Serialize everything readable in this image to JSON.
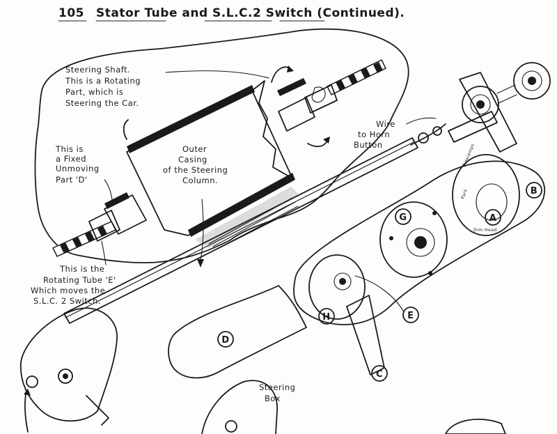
{
  "title": {
    "number": "105",
    "text": "Stator Tube and S.L.C.2 Switch (Continued)."
  },
  "labels": {
    "steering_shaft": [
      "Steering Shaft.",
      "This is a Rotating",
      "Part, which is",
      "Steering the Car."
    ],
    "fixed_part": [
      "This is",
      "a Fixed",
      "Unmoving",
      "Part 'D'"
    ],
    "outer_casing": [
      "Outer",
      "Casing",
      "of the Steering",
      "Column."
    ],
    "wire": [
      "Wire",
      "to Horn",
      "Button"
    ],
    "rotating_tube": [
      "This is the",
      "Rotating Tube 'E'",
      "Which moves the",
      "S.L.C. 2 Switch."
    ],
    "steering_box": [
      "Steering",
      "Box"
    ],
    "switch_face": [
      "Sidelamps",
      "Dim Head",
      "Park"
    ]
  },
  "letters": {
    "A": "A",
    "B": "B",
    "C": "C",
    "D": "D",
    "E": "E",
    "G": "G",
    "H": "H"
  }
}
